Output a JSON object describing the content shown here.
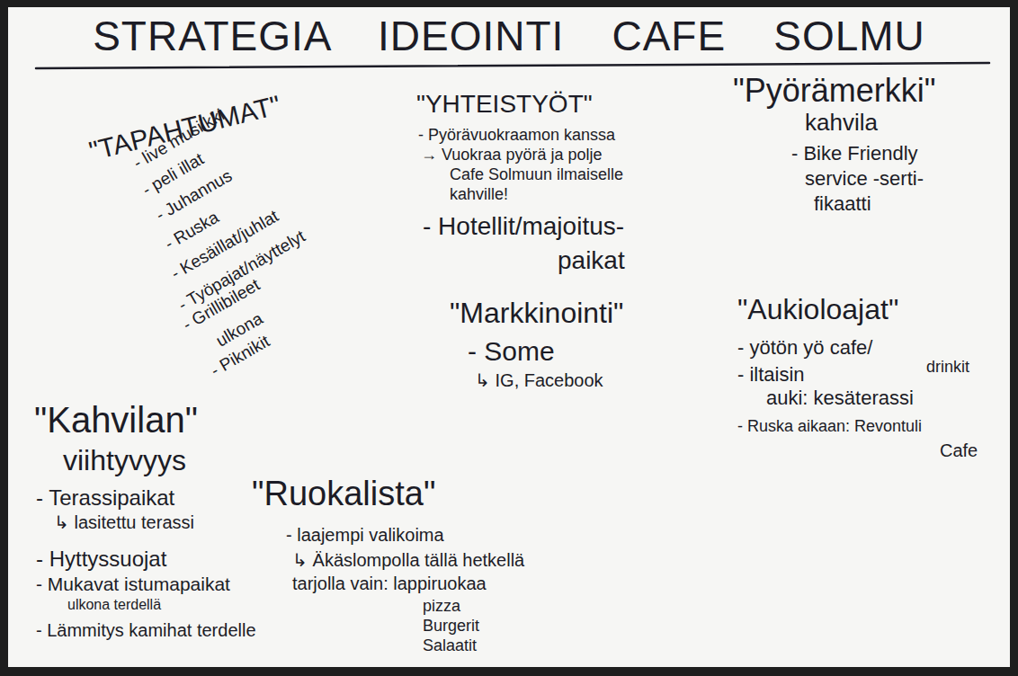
{
  "diagram": {
    "title": "STRATEGIA IDEOINTI CAFE SOLMU",
    "labels": [
      "\"TAPAHTUMAT\"",
      "- live musiikki",
      "- peli illat",
      "- Juhannus",
      "- Ruska",
      "- Kesäillat/juhlat",
      "- Työpajat/näyttelyt",
      "- Grillibileet",
      "ulkona",
      "- Piknikit",
      "\"YHTEISTYÖT\"",
      "- Pyörävuokraamon kanssa",
      "→ Vuokraa pyörä ja polje",
      "Cafe Solmuun ilmaiselle",
      "kahville!",
      "- Hotellit/majoitus-",
      "paikat",
      "\"Pyörämerkki\"",
      "kahvila",
      "- Bike Friendly",
      "service -serti-",
      "fikaatti",
      "\"Markkinointi\"",
      "- Some",
      "↳ IG, Facebook",
      "\"Aukioloajat\"",
      "- yötön yö cafe/",
      "drinkit",
      "- iltaisin",
      "auki: kesäterassi",
      "- Ruska aikaan: Revontuli",
      "Cafe",
      "\"Kahvilan\"",
      "viihtyvyys",
      "- Terassipaikat",
      "↳ lasitettu terassi",
      "- Hyttyssuojat",
      "- Mukavat istumapaikat",
      "ulkona terdellä",
      "- Lämmitys kamihat terdelle",
      "\"Ruokalista\"",
      "- laajempi valikoima",
      "↳ Äkäslompolla tällä hetkellä",
      "tarjolla vain: lappiruokaa",
      "pizza",
      "Burgerit",
      "Salaatit"
    ]
  }
}
